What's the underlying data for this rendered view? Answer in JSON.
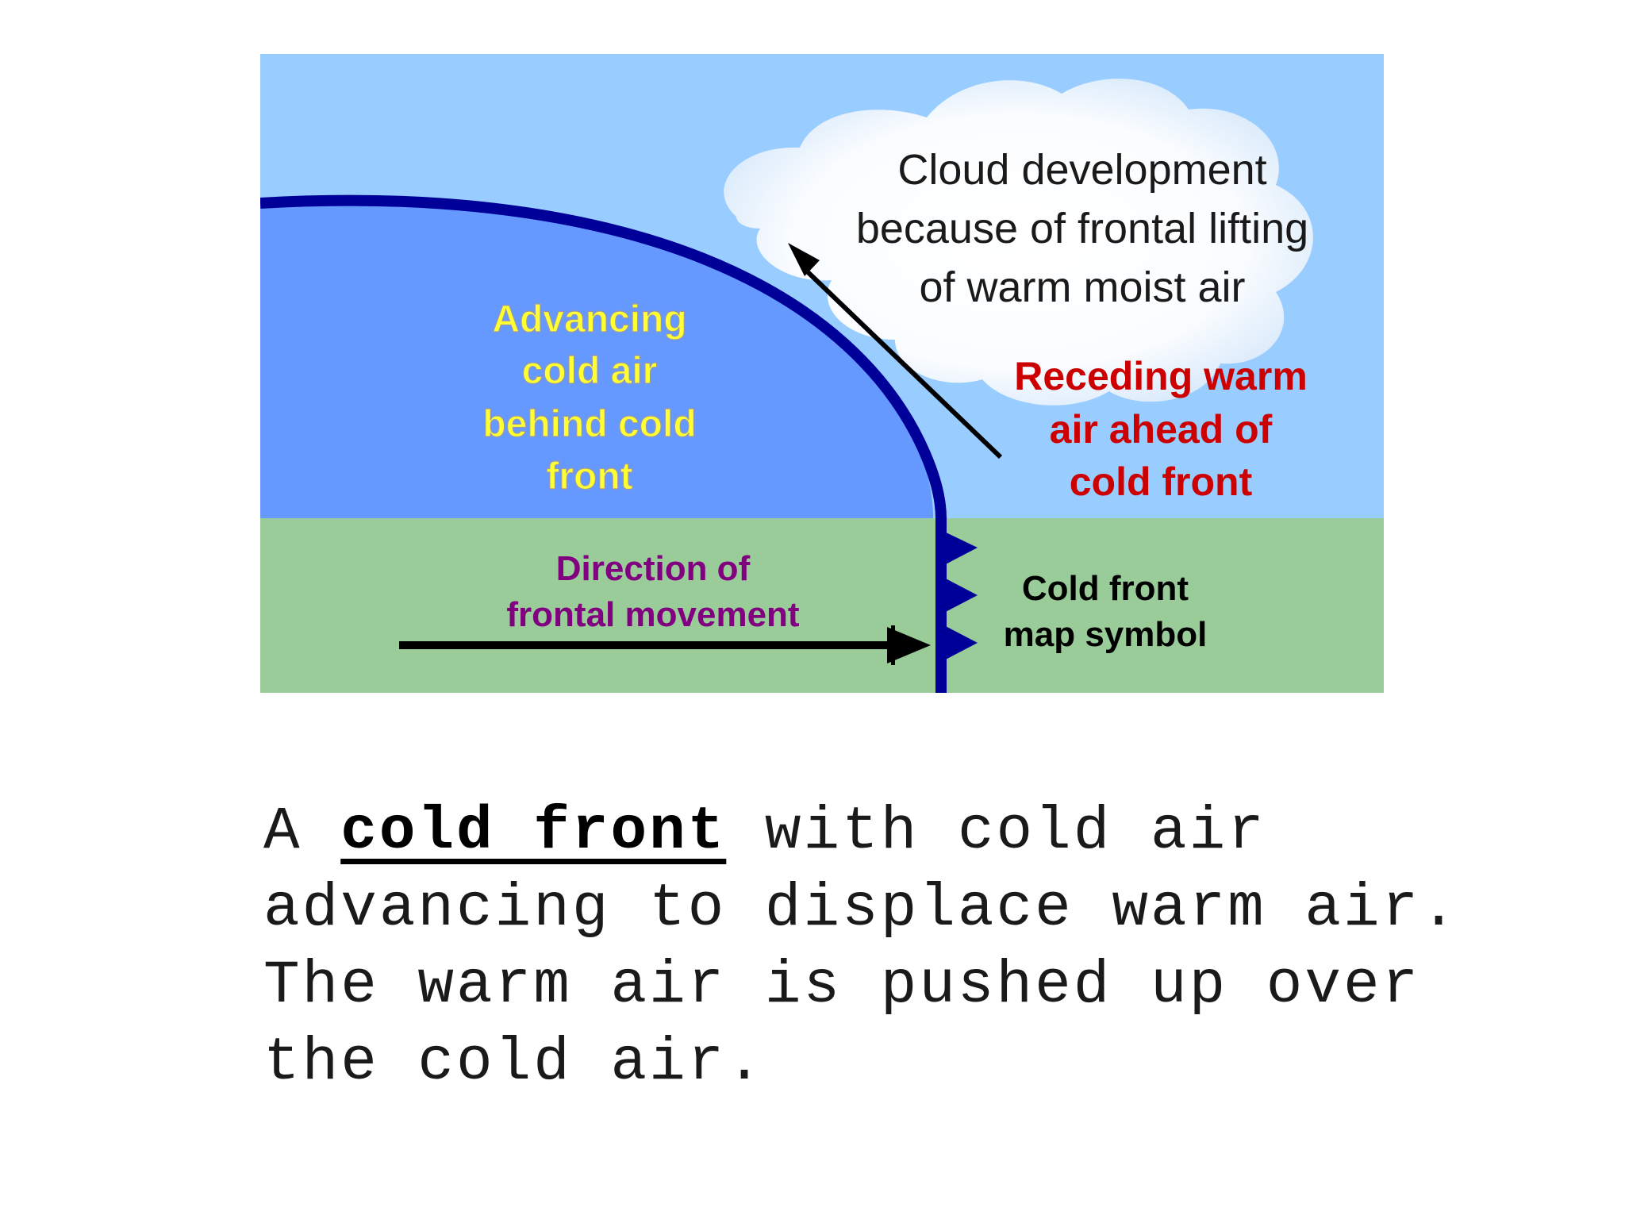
{
  "diagram": {
    "labels": {
      "cloud_line_1": "Cloud development",
      "cloud_line_2": "because of frontal lifting",
      "cloud_line_3": "of warm moist air",
      "cold_air_line_1": "Advancing",
      "cold_air_line_2": "cold air",
      "cold_air_line_3": "behind cold",
      "cold_air_line_4": "front",
      "warm_air_line_1": "Receding warm",
      "warm_air_line_2": "air ahead of",
      "warm_air_line_3": "cold front",
      "direction_line_1": "Direction of",
      "direction_line_2": "frontal movement",
      "symbol_line_1": "Cold front",
      "symbol_line_2": "map symbol"
    },
    "colors": {
      "sky": "#99ccff",
      "cold_air": "#6699ff",
      "ground": "#99cc99",
      "front_line": "#000099",
      "cloud": "#ffffff",
      "cold_air_text": "#ffff33",
      "warm_air_text": "#cc0000",
      "direction_text": "#800080",
      "symbol_text": "#000000",
      "arrow": "#000000"
    }
  },
  "caption": {
    "prefix": "A ",
    "term": "cold front",
    "rest": " with cold air advancing to displace warm air. The warm air is pushed up over the cold air."
  }
}
